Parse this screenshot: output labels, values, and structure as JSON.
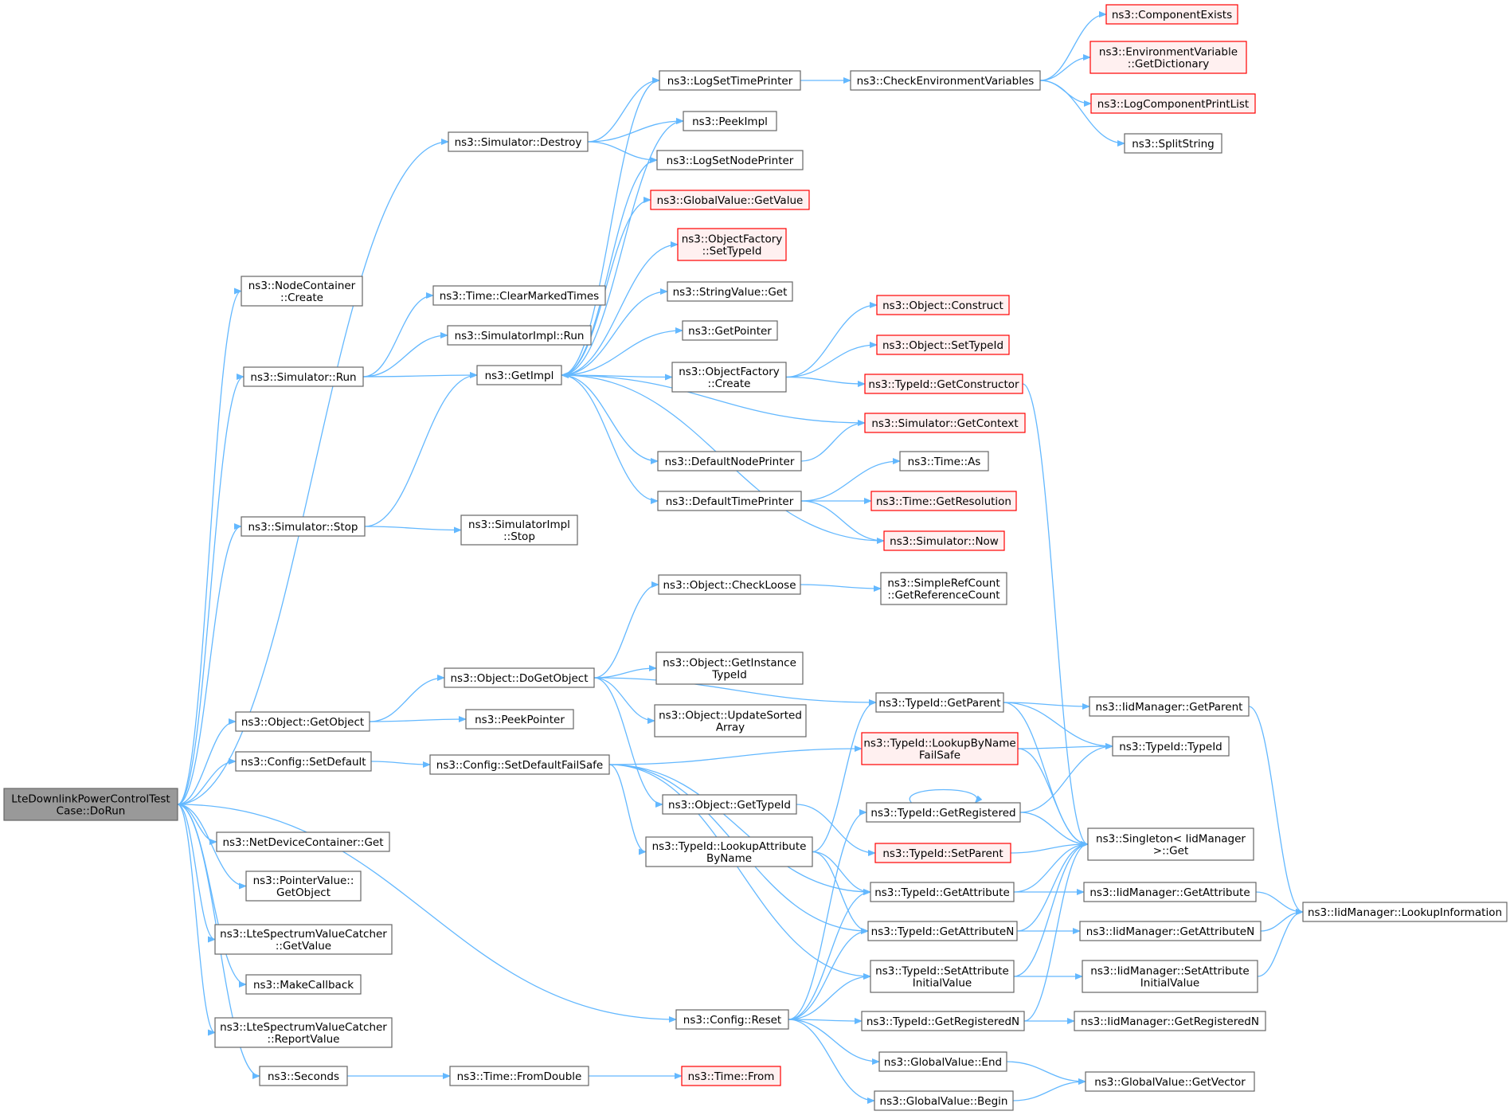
{
  "diagram": {
    "title": "",
    "nodes": [
      {
        "id": "root",
        "lines": [
          "LteDownlinkPowerControlTest",
          "Case::DoRun"
        ],
        "style": "root"
      },
      {
        "id": "nodecontainer_create",
        "lines": [
          "ns3::NodeContainer",
          "::Create"
        ],
        "style": "normal"
      },
      {
        "id": "simulator_destroy",
        "lines": [
          "ns3::Simulator::Destroy"
        ],
        "style": "normal"
      },
      {
        "id": "simulator_run",
        "lines": [
          "ns3::Simulator::Run"
        ],
        "style": "normal"
      },
      {
        "id": "simulator_stop",
        "lines": [
          "ns3::Simulator::Stop"
        ],
        "style": "normal"
      },
      {
        "id": "object_getobject",
        "lines": [
          "ns3::Object::GetObject"
        ],
        "style": "normal"
      },
      {
        "id": "config_setdefault",
        "lines": [
          "ns3::Config::SetDefault"
        ],
        "style": "normal"
      },
      {
        "id": "netdevicecontainer_get",
        "lines": [
          "ns3::NetDeviceContainer::Get"
        ],
        "style": "normal"
      },
      {
        "id": "pointervalue_getobject",
        "lines": [
          "ns3::PointerValue::",
          "GetObject"
        ],
        "style": "normal"
      },
      {
        "id": "ltespectrum_getvalue",
        "lines": [
          "ns3::LteSpectrumValueCatcher",
          "::GetValue"
        ],
        "style": "normal"
      },
      {
        "id": "makecallback",
        "lines": [
          "ns3::MakeCallback"
        ],
        "style": "normal"
      },
      {
        "id": "ltespectrum_reportvalue",
        "lines": [
          "ns3::LteSpectrumValueCatcher",
          "::ReportValue"
        ],
        "style": "normal"
      },
      {
        "id": "seconds",
        "lines": [
          "ns3::Seconds"
        ],
        "style": "normal"
      },
      {
        "id": "time_clearmarkedtimes",
        "lines": [
          "ns3::Time::ClearMarkedTimes"
        ],
        "style": "normal"
      },
      {
        "id": "simulatorimpl_run",
        "lines": [
          "ns3::SimulatorImpl::Run"
        ],
        "style": "normal"
      },
      {
        "id": "getimpl",
        "lines": [
          "ns3::GetImpl"
        ],
        "style": "normal"
      },
      {
        "id": "simulatorimpl_stop",
        "lines": [
          "ns3::SimulatorImpl",
          "::Stop"
        ],
        "style": "normal"
      },
      {
        "id": "object_dogetobject",
        "lines": [
          "ns3::Object::DoGetObject"
        ],
        "style": "normal"
      },
      {
        "id": "peekpointer",
        "lines": [
          "ns3::PeekPointer"
        ],
        "style": "normal"
      },
      {
        "id": "config_setdefaultfailsafe",
        "lines": [
          "ns3::Config::SetDefaultFailSafe"
        ],
        "style": "normal"
      },
      {
        "id": "config_reset",
        "lines": [
          "ns3::Config::Reset"
        ],
        "style": "normal"
      },
      {
        "id": "time_fromdouble",
        "lines": [
          "ns3::Time::FromDouble"
        ],
        "style": "normal"
      },
      {
        "id": "time_from",
        "lines": [
          "ns3::Time::From"
        ],
        "style": "red"
      },
      {
        "id": "logsettimeprinter",
        "lines": [
          "ns3::LogSetTimePrinter"
        ],
        "style": "normal"
      },
      {
        "id": "peekimpl",
        "lines": [
          "ns3::PeekImpl"
        ],
        "style": "normal"
      },
      {
        "id": "logsetnodeprinter",
        "lines": [
          "ns3::LogSetNodePrinter"
        ],
        "style": "normal"
      },
      {
        "id": "globalvalue_getvalue",
        "lines": [
          "ns3::GlobalValue::GetValue"
        ],
        "style": "red"
      },
      {
        "id": "objectfactory_settypeid",
        "lines": [
          "ns3::ObjectFactory",
          "::SetTypeId"
        ],
        "style": "red"
      },
      {
        "id": "stringvalue_get",
        "lines": [
          "ns3::StringValue::Get"
        ],
        "style": "normal"
      },
      {
        "id": "getpointer",
        "lines": [
          "ns3::GetPointer"
        ],
        "style": "normal"
      },
      {
        "id": "objectfactory_create",
        "lines": [
          "ns3::ObjectFactory",
          "::Create"
        ],
        "style": "normal"
      },
      {
        "id": "defaultnodeprinter",
        "lines": [
          "ns3::DefaultNodePrinter"
        ],
        "style": "normal"
      },
      {
        "id": "defaulttimeprinter",
        "lines": [
          "ns3::DefaultTimePrinter"
        ],
        "style": "normal"
      },
      {
        "id": "object_checkloose",
        "lines": [
          "ns3::Object::CheckLoose"
        ],
        "style": "normal"
      },
      {
        "id": "object_getinstancetypeid",
        "lines": [
          "ns3::Object::GetInstance",
          "TypeId"
        ],
        "style": "normal"
      },
      {
        "id": "object_updatesortedarray",
        "lines": [
          "ns3::Object::UpdateSorted",
          "Array"
        ],
        "style": "normal"
      },
      {
        "id": "object_gettypeid",
        "lines": [
          "ns3::Object::GetTypeId"
        ],
        "style": "normal"
      },
      {
        "id": "typeid_lookupattributebyname",
        "lines": [
          "ns3::TypeId::LookupAttribute",
          "ByName"
        ],
        "style": "normal"
      },
      {
        "id": "checkenvironmentvariables",
        "lines": [
          "ns3::CheckEnvironmentVariables"
        ],
        "style": "normal"
      },
      {
        "id": "componentexists",
        "lines": [
          "ns3::ComponentExists"
        ],
        "style": "red"
      },
      {
        "id": "environmentvariable_getdictionary",
        "lines": [
          "ns3::EnvironmentVariable",
          "::GetDictionary"
        ],
        "style": "red"
      },
      {
        "id": "logcomponentprintlist",
        "lines": [
          "ns3::LogComponentPrintList"
        ],
        "style": "red"
      },
      {
        "id": "splitstring",
        "lines": [
          "ns3::SplitString"
        ],
        "style": "normal"
      },
      {
        "id": "object_construct",
        "lines": [
          "ns3::Object::Construct"
        ],
        "style": "red"
      },
      {
        "id": "object_settypeid",
        "lines": [
          "ns3::Object::SetTypeId"
        ],
        "style": "red"
      },
      {
        "id": "typeid_getconstructor",
        "lines": [
          "ns3::TypeId::GetConstructor"
        ],
        "style": "red"
      },
      {
        "id": "simulator_getcontext",
        "lines": [
          "ns3::Simulator::GetContext"
        ],
        "style": "red"
      },
      {
        "id": "time_as",
        "lines": [
          "ns3::Time::As"
        ],
        "style": "normal"
      },
      {
        "id": "time_getresolution",
        "lines": [
          "ns3::Time::GetResolution"
        ],
        "style": "red"
      },
      {
        "id": "simulator_now",
        "lines": [
          "ns3::Simulator::Now"
        ],
        "style": "red"
      },
      {
        "id": "simplerefcount_getreferencecount",
        "lines": [
          "ns3::SimpleRefCount",
          "::GetReferenceCount"
        ],
        "style": "normal"
      },
      {
        "id": "typeid_getparent",
        "lines": [
          "ns3::TypeId::GetParent"
        ],
        "style": "normal"
      },
      {
        "id": "typeid_lookupbynamefailsafe",
        "lines": [
          "ns3::TypeId::LookupByName",
          "FailSafe"
        ],
        "style": "red"
      },
      {
        "id": "typeid_getregistered",
        "lines": [
          "ns3::TypeId::GetRegistered"
        ],
        "style": "normal"
      },
      {
        "id": "typeid_setparent",
        "lines": [
          "ns3::TypeId::SetParent"
        ],
        "style": "red"
      },
      {
        "id": "typeid_getattribute",
        "lines": [
          "ns3::TypeId::GetAttribute"
        ],
        "style": "normal"
      },
      {
        "id": "typeid_getattributen",
        "lines": [
          "ns3::TypeId::GetAttributeN"
        ],
        "style": "normal"
      },
      {
        "id": "typeid_setattributeinitialvalue",
        "lines": [
          "ns3::TypeId::SetAttribute",
          "InitialValue"
        ],
        "style": "normal"
      },
      {
        "id": "typeid_getregisteredn",
        "lines": [
          "ns3::TypeId::GetRegisteredN"
        ],
        "style": "normal"
      },
      {
        "id": "globalvalue_end",
        "lines": [
          "ns3::GlobalValue::End"
        ],
        "style": "normal"
      },
      {
        "id": "globalvalue_begin",
        "lines": [
          "ns3::GlobalValue::Begin"
        ],
        "style": "normal"
      },
      {
        "id": "iidmanager_getparent",
        "lines": [
          "ns3::IidManager::GetParent"
        ],
        "style": "normal"
      },
      {
        "id": "typeid_typeid",
        "lines": [
          "ns3::TypeId::TypeId"
        ],
        "style": "normal"
      },
      {
        "id": "singleton_get",
        "lines": [
          "ns3::Singleton< IidManager",
          " >::Get"
        ],
        "style": "normal"
      },
      {
        "id": "iidmanager_getattribute",
        "lines": [
          "ns3::IidManager::GetAttribute"
        ],
        "style": "normal"
      },
      {
        "id": "iidmanager_getattributen",
        "lines": [
          "ns3::IidManager::GetAttributeN"
        ],
        "style": "normal"
      },
      {
        "id": "iidmanager_setattributeinitialvalue",
        "lines": [
          "ns3::IidManager::SetAttribute",
          "InitialValue"
        ],
        "style": "normal"
      },
      {
        "id": "iidmanager_getregisteredn",
        "lines": [
          "ns3::IidManager::GetRegisteredN"
        ],
        "style": "normal"
      },
      {
        "id": "globalvalue_getvector",
        "lines": [
          "ns3::GlobalValue::GetVector"
        ],
        "style": "normal"
      },
      {
        "id": "iidmanager_lookupinformation",
        "lines": [
          "ns3::IidManager::LookupInformation"
        ],
        "style": "normal"
      }
    ],
    "edges": [
      [
        "root",
        "nodecontainer_create"
      ],
      [
        "root",
        "simulator_destroy"
      ],
      [
        "root",
        "simulator_run"
      ],
      [
        "root",
        "simulator_stop"
      ],
      [
        "root",
        "object_getobject"
      ],
      [
        "root",
        "config_setdefault"
      ],
      [
        "root",
        "netdevicecontainer_get"
      ],
      [
        "root",
        "pointervalue_getobject"
      ],
      [
        "root",
        "ltespectrum_getvalue"
      ],
      [
        "root",
        "makecallback"
      ],
      [
        "root",
        "ltespectrum_reportvalue"
      ],
      [
        "root",
        "seconds"
      ],
      [
        "root",
        "config_reset"
      ],
      [
        "simulator_destroy",
        "logsettimeprinter"
      ],
      [
        "simulator_destroy",
        "peekimpl"
      ],
      [
        "simulator_destroy",
        "logsetnodeprinter"
      ],
      [
        "simulator_run",
        "time_clearmarkedtimes"
      ],
      [
        "simulator_run",
        "simulatorimpl_run"
      ],
      [
        "simulator_run",
        "getimpl"
      ],
      [
        "simulator_stop",
        "getimpl"
      ],
      [
        "simulator_stop",
        "simulatorimpl_stop"
      ],
      [
        "getimpl",
        "logsettimeprinter"
      ],
      [
        "getimpl",
        "peekimpl"
      ],
      [
        "getimpl",
        "logsetnodeprinter"
      ],
      [
        "getimpl",
        "globalvalue_getvalue"
      ],
      [
        "getimpl",
        "objectfactory_settypeid"
      ],
      [
        "getimpl",
        "stringvalue_get"
      ],
      [
        "getimpl",
        "getpointer"
      ],
      [
        "getimpl",
        "objectfactory_create"
      ],
      [
        "getimpl",
        "defaultnodeprinter"
      ],
      [
        "getimpl",
        "defaulttimeprinter"
      ],
      [
        "logsettimeprinter",
        "checkenvironmentvariables"
      ],
      [
        "checkenvironmentvariables",
        "componentexists"
      ],
      [
        "checkenvironmentvariables",
        "environmentvariable_getdictionary"
      ],
      [
        "checkenvironmentvariables",
        "logcomponentprintlist"
      ],
      [
        "checkenvironmentvariables",
        "splitstring"
      ],
      [
        "objectfactory_create",
        "object_construct"
      ],
      [
        "objectfactory_create",
        "object_settypeid"
      ],
      [
        "objectfactory_create",
        "typeid_getconstructor"
      ],
      [
        "simulator_getcontext",
        "getimpl"
      ],
      [
        "defaultnodeprinter",
        "simulator_getcontext"
      ],
      [
        "defaulttimeprinter",
        "time_as"
      ],
      [
        "defaulttimeprinter",
        "time_getresolution"
      ],
      [
        "defaulttimeprinter",
        "simulator_now"
      ],
      [
        "simulator_now",
        "getimpl"
      ],
      [
        "object_getobject",
        "object_dogetobject"
      ],
      [
        "object_getobject",
        "peekpointer"
      ],
      [
        "object_dogetobject",
        "object_checkloose"
      ],
      [
        "object_dogetobject",
        "typeid_getparent"
      ],
      [
        "object_dogetobject",
        "object_getinstancetypeid"
      ],
      [
        "object_dogetobject",
        "object_updatesortedarray"
      ],
      [
        "object_dogetobject",
        "object_gettypeid"
      ],
      [
        "object_checkloose",
        "simplerefcount_getreferencecount"
      ],
      [
        "object_gettypeid",
        "typeid_setparent"
      ],
      [
        "config_setdefault",
        "config_setdefaultfailsafe"
      ],
      [
        "config_setdefaultfailsafe",
        "typeid_lookupbynamefailsafe"
      ],
      [
        "config_setdefaultfailsafe",
        "typeid_lookupattributebyname"
      ],
      [
        "config_setdefaultfailsafe",
        "typeid_getattribute"
      ],
      [
        "config_setdefaultfailsafe",
        "typeid_getattributen"
      ],
      [
        "config_setdefaultfailsafe",
        "typeid_setattributeinitialvalue"
      ],
      [
        "typeid_lookupattributebyname",
        "typeid_getparent"
      ],
      [
        "typeid_lookupattributebyname",
        "typeid_getattribute"
      ],
      [
        "typeid_lookupattributebyname",
        "typeid_getattributen"
      ],
      [
        "config_reset",
        "typeid_getregistered"
      ],
      [
        "config_reset",
        "typeid_getattribute"
      ],
      [
        "config_reset",
        "typeid_getattributen"
      ],
      [
        "config_reset",
        "typeid_setattributeinitialvalue"
      ],
      [
        "config_reset",
        "typeid_getregisteredn"
      ],
      [
        "config_reset",
        "globalvalue_end"
      ],
      [
        "config_reset",
        "globalvalue_begin"
      ],
      [
        "seconds",
        "time_fromdouble"
      ],
      [
        "time_fromdouble",
        "time_from"
      ],
      [
        "typeid_getparent",
        "iidmanager_getparent"
      ],
      [
        "typeid_getparent",
        "typeid_typeid"
      ],
      [
        "typeid_getparent",
        "singleton_get"
      ],
      [
        "typeid_lookupbynamefailsafe",
        "typeid_typeid"
      ],
      [
        "typeid_lookupbynamefailsafe",
        "singleton_get"
      ],
      [
        "typeid_getregistered",
        "typeid_getregistered"
      ],
      [
        "typeid_getregistered",
        "typeid_typeid"
      ],
      [
        "typeid_getregistered",
        "singleton_get"
      ],
      [
        "typeid_setparent",
        "singleton_get"
      ],
      [
        "typeid_getattribute",
        "singleton_get"
      ],
      [
        "typeid_getattribute",
        "iidmanager_getattribute"
      ],
      [
        "typeid_getattributen",
        "singleton_get"
      ],
      [
        "typeid_getattributen",
        "iidmanager_getattributen"
      ],
      [
        "typeid_setattributeinitialvalue",
        "singleton_get"
      ],
      [
        "typeid_setattributeinitialvalue",
        "iidmanager_setattributeinitialvalue"
      ],
      [
        "typeid_getregisteredn",
        "singleton_get"
      ],
      [
        "typeid_getregisteredn",
        "iidmanager_getregisteredn"
      ],
      [
        "typeid_getconstructor",
        "singleton_get"
      ],
      [
        "globalvalue_end",
        "globalvalue_getvector"
      ],
      [
        "globalvalue_begin",
        "globalvalue_getvector"
      ],
      [
        "iidmanager_getparent",
        "iidmanager_lookupinformation"
      ],
      [
        "iidmanager_getattribute",
        "iidmanager_lookupinformation"
      ],
      [
        "iidmanager_getattributen",
        "iidmanager_lookupinformation"
      ],
      [
        "iidmanager_setattributeinitialvalue",
        "iidmanager_lookupinformation"
      ]
    ]
  }
}
